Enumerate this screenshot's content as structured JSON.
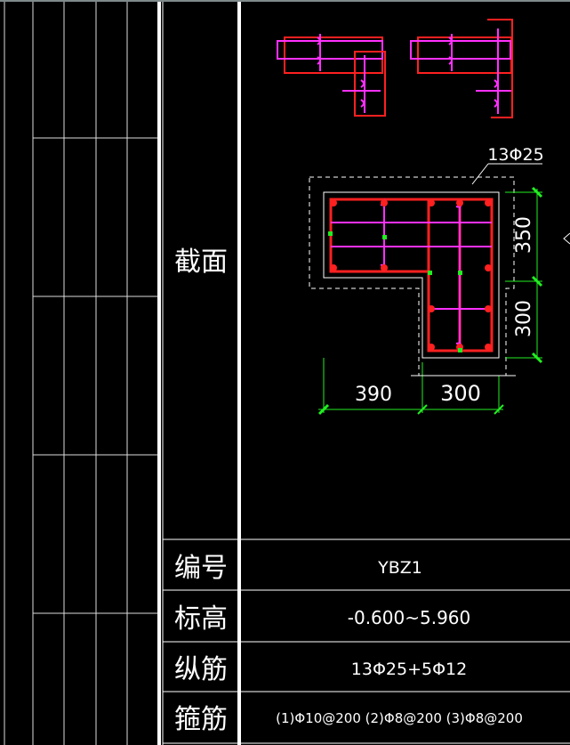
{
  "table": {
    "section_label": "截面",
    "rows": [
      {
        "label": "编号",
        "value": "YBZ1"
      },
      {
        "label": "标高",
        "value": "-0.600~5.960"
      },
      {
        "label": "纵筋",
        "value": "13Φ25+5Φ12"
      },
      {
        "label": "箍筋",
        "value": "(1)Φ10@200 (2)Φ8@200 (3)Φ8@200"
      }
    ]
  },
  "drawing": {
    "rebar_callout": "13Φ25",
    "dimensions": {
      "height_upper": "350",
      "height_lower": "300",
      "width_left": "390",
      "width_right": "300"
    },
    "colors": {
      "concrete_outline": "#ffffff",
      "main_rebar": "#ff2020",
      "stirrup": "#ff30ff",
      "dimension": "#22ee22",
      "grid": "#ffffff"
    }
  }
}
